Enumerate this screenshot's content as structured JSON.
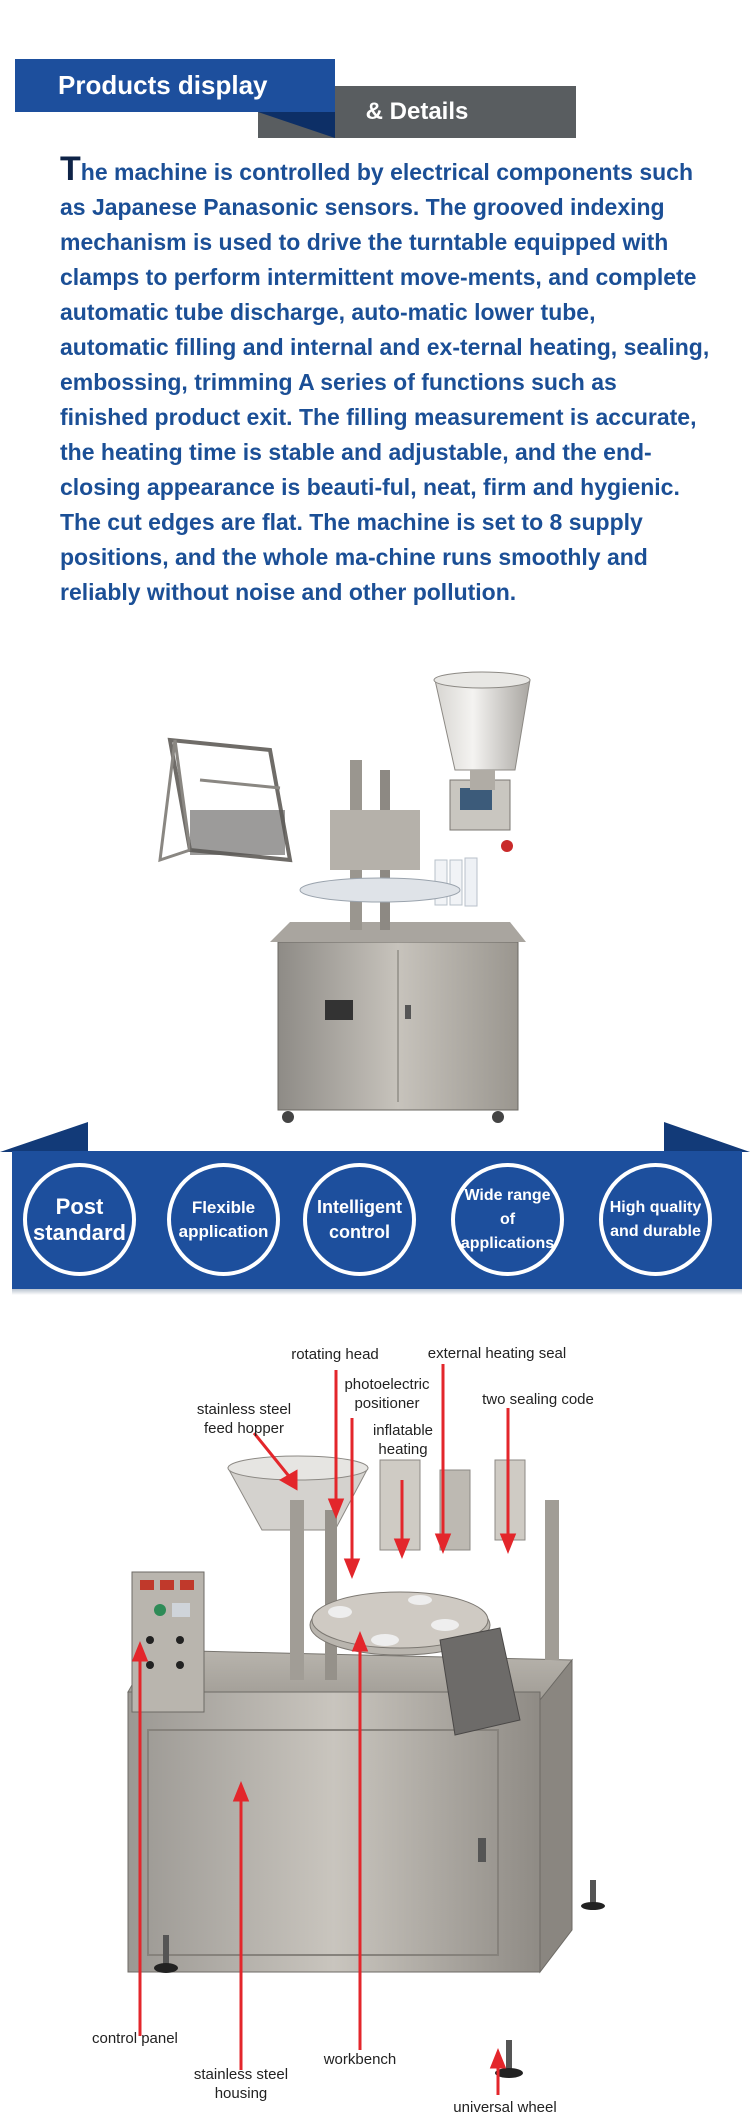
{
  "header": {
    "title": "Products display",
    "subtitle": "& Details"
  },
  "description": {
    "initial": "T",
    "text": "he machine is controlled by electrical components such as Japanese Panasonic sensors. The grooved indexing mechanism is used to drive the turntable equipped with clamps to perform intermittent move-ments, and complete automatic tube discharge, auto-matic lower tube, automatic filling and internal and ex-ternal heating, sealing, embossing, trimming A series of functions such as finished product exit. The filling measurement is accurate, the heating time is stable and adjustable, and the end-closing appearance is beauti-ful, neat, firm and hygienic. The cut edges are flat. The machine is set to 8 supply positions, and the whole ma-chine runs smoothly and reliably without noise and other pollution."
  },
  "features": [
    {
      "line1": "Post",
      "line2": "standard"
    },
    {
      "line1": "Flexible",
      "line2": "application"
    },
    {
      "line1": "Intelligent",
      "line2": "control"
    },
    {
      "line1": "Wide range",
      "line2": "of",
      "line3": "applications"
    },
    {
      "line1": "High quality",
      "line2": "and durable"
    }
  ],
  "labels": {
    "rotating_head": "rotating head",
    "external_heating_seal": "external heating seal",
    "photoelectric_1": "photoelectric",
    "photoelectric_2": "positioner",
    "two_sealing_code": "two sealing code",
    "hopper_1": "stainless steel",
    "hopper_2": "feed hopper",
    "inflatable_1": "inflatable",
    "inflatable_2": "heating",
    "control_panel": "control panel",
    "housing_1": "stainless steel",
    "housing_2": "housing",
    "workbench": "workbench",
    "universal_wheel": "universal wheel"
  },
  "colors": {
    "brand_blue": "#1d4f9d",
    "banner_gray": "#595d60",
    "text_blue": "#1b4f96",
    "arrow_red": "#e3262b"
  }
}
